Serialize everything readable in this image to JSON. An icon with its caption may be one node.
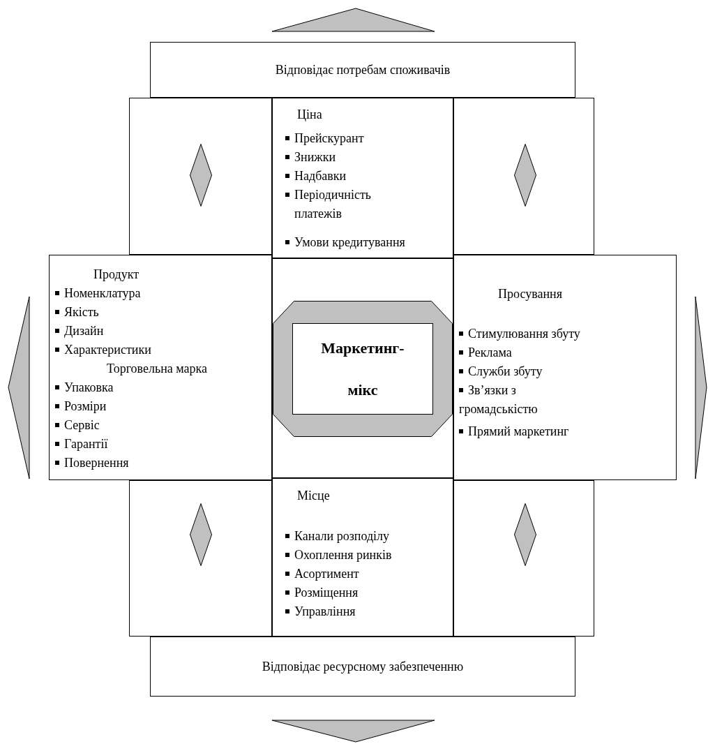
{
  "diagram": {
    "nodes": [
      {
        "text": [
          "Відповідає потребам споживачів"
        ]
      },
      {
        "text": [],
        "shape": "box"
      },
      {
        "text": [],
        "shape": "diamond",
        "in": 1
      },
      {
        "text": [
          "Ціна",
          "Прейскурант",
          "Знижки",
          "Надбавки",
          "Періодичність платежів",
          "Умови кредитування"
        ]
      },
      {
        "text": [],
        "shape": "box"
      },
      {
        "text": [],
        "shape": "diamond",
        "in": 4
      },
      {
        "text": [
          "Продукт",
          "Номенклатура",
          "Якість",
          "Дизайн",
          "Характеристики",
          "Торговельна марка",
          "Упаковка",
          "Розміри",
          "Сервіс",
          "Гарантії",
          "Повернення"
        ]
      },
      {
        "text": [],
        "shape": "box"
      },
      {
        "text": [],
        "shape": "octagon",
        "in": 7
      },
      {
        "text": [
          "Маркетинг-мікс"
        ],
        "in": 8
      },
      {
        "text": [
          "Просування",
          "Стимулювання збуту",
          "Реклама",
          "Служби збуту",
          "Зв’язки з громадськістю",
          "Прямий маркетинг"
        ]
      },
      {
        "text": [],
        "shape": "box"
      },
      {
        "text": [],
        "shape": "diamond",
        "in": 11
      },
      {
        "text": [
          "Місце",
          "Канали розподілу",
          "Охоплення ринків",
          "Асортимент",
          "Розміщення",
          "Управління"
        ]
      },
      {
        "text": [],
        "shape": "box"
      },
      {
        "text": [],
        "shape": "diamond",
        "in": 14
      },
      {
        "text": [
          "Відповідає ресурсному забезпеченню"
        ]
      }
    ]
  }
}
